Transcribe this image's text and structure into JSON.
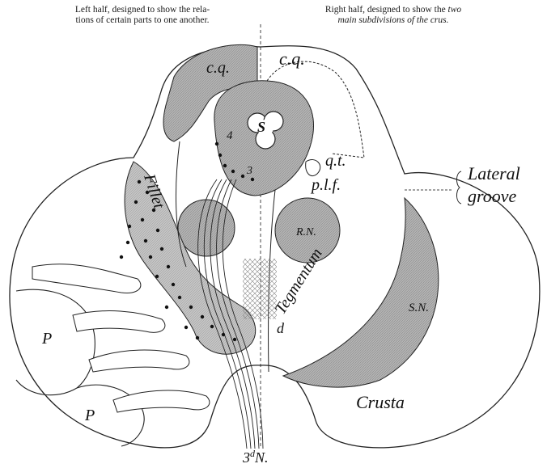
{
  "captions": {
    "left_line1": "Left half, designed to show the rela-",
    "left_line2": "tions of certain parts to one another.",
    "right_line1_plain": "Right half, designed to show the ",
    "right_line1_italic": "two",
    "right_line2": "main subdivisions of the crus."
  },
  "labels": {
    "cq_left": "c.q.",
    "cq_right": "c.q.",
    "s": "S",
    "four": "4",
    "three": "3",
    "qt": "q.t.",
    "plf": "p.l.f.",
    "lateral": "Lateral",
    "groove": "groove",
    "fillet": "Fillet",
    "rn": "R.N.",
    "tegmentum": "Tegmentum",
    "sn": "S.N.",
    "d": "d",
    "p_upper": "P",
    "p_lower": "P",
    "crusta": "Crusta",
    "third_nerve_3": "3",
    "third_nerve_d": "d",
    "third_nerve_n": "N."
  }
}
